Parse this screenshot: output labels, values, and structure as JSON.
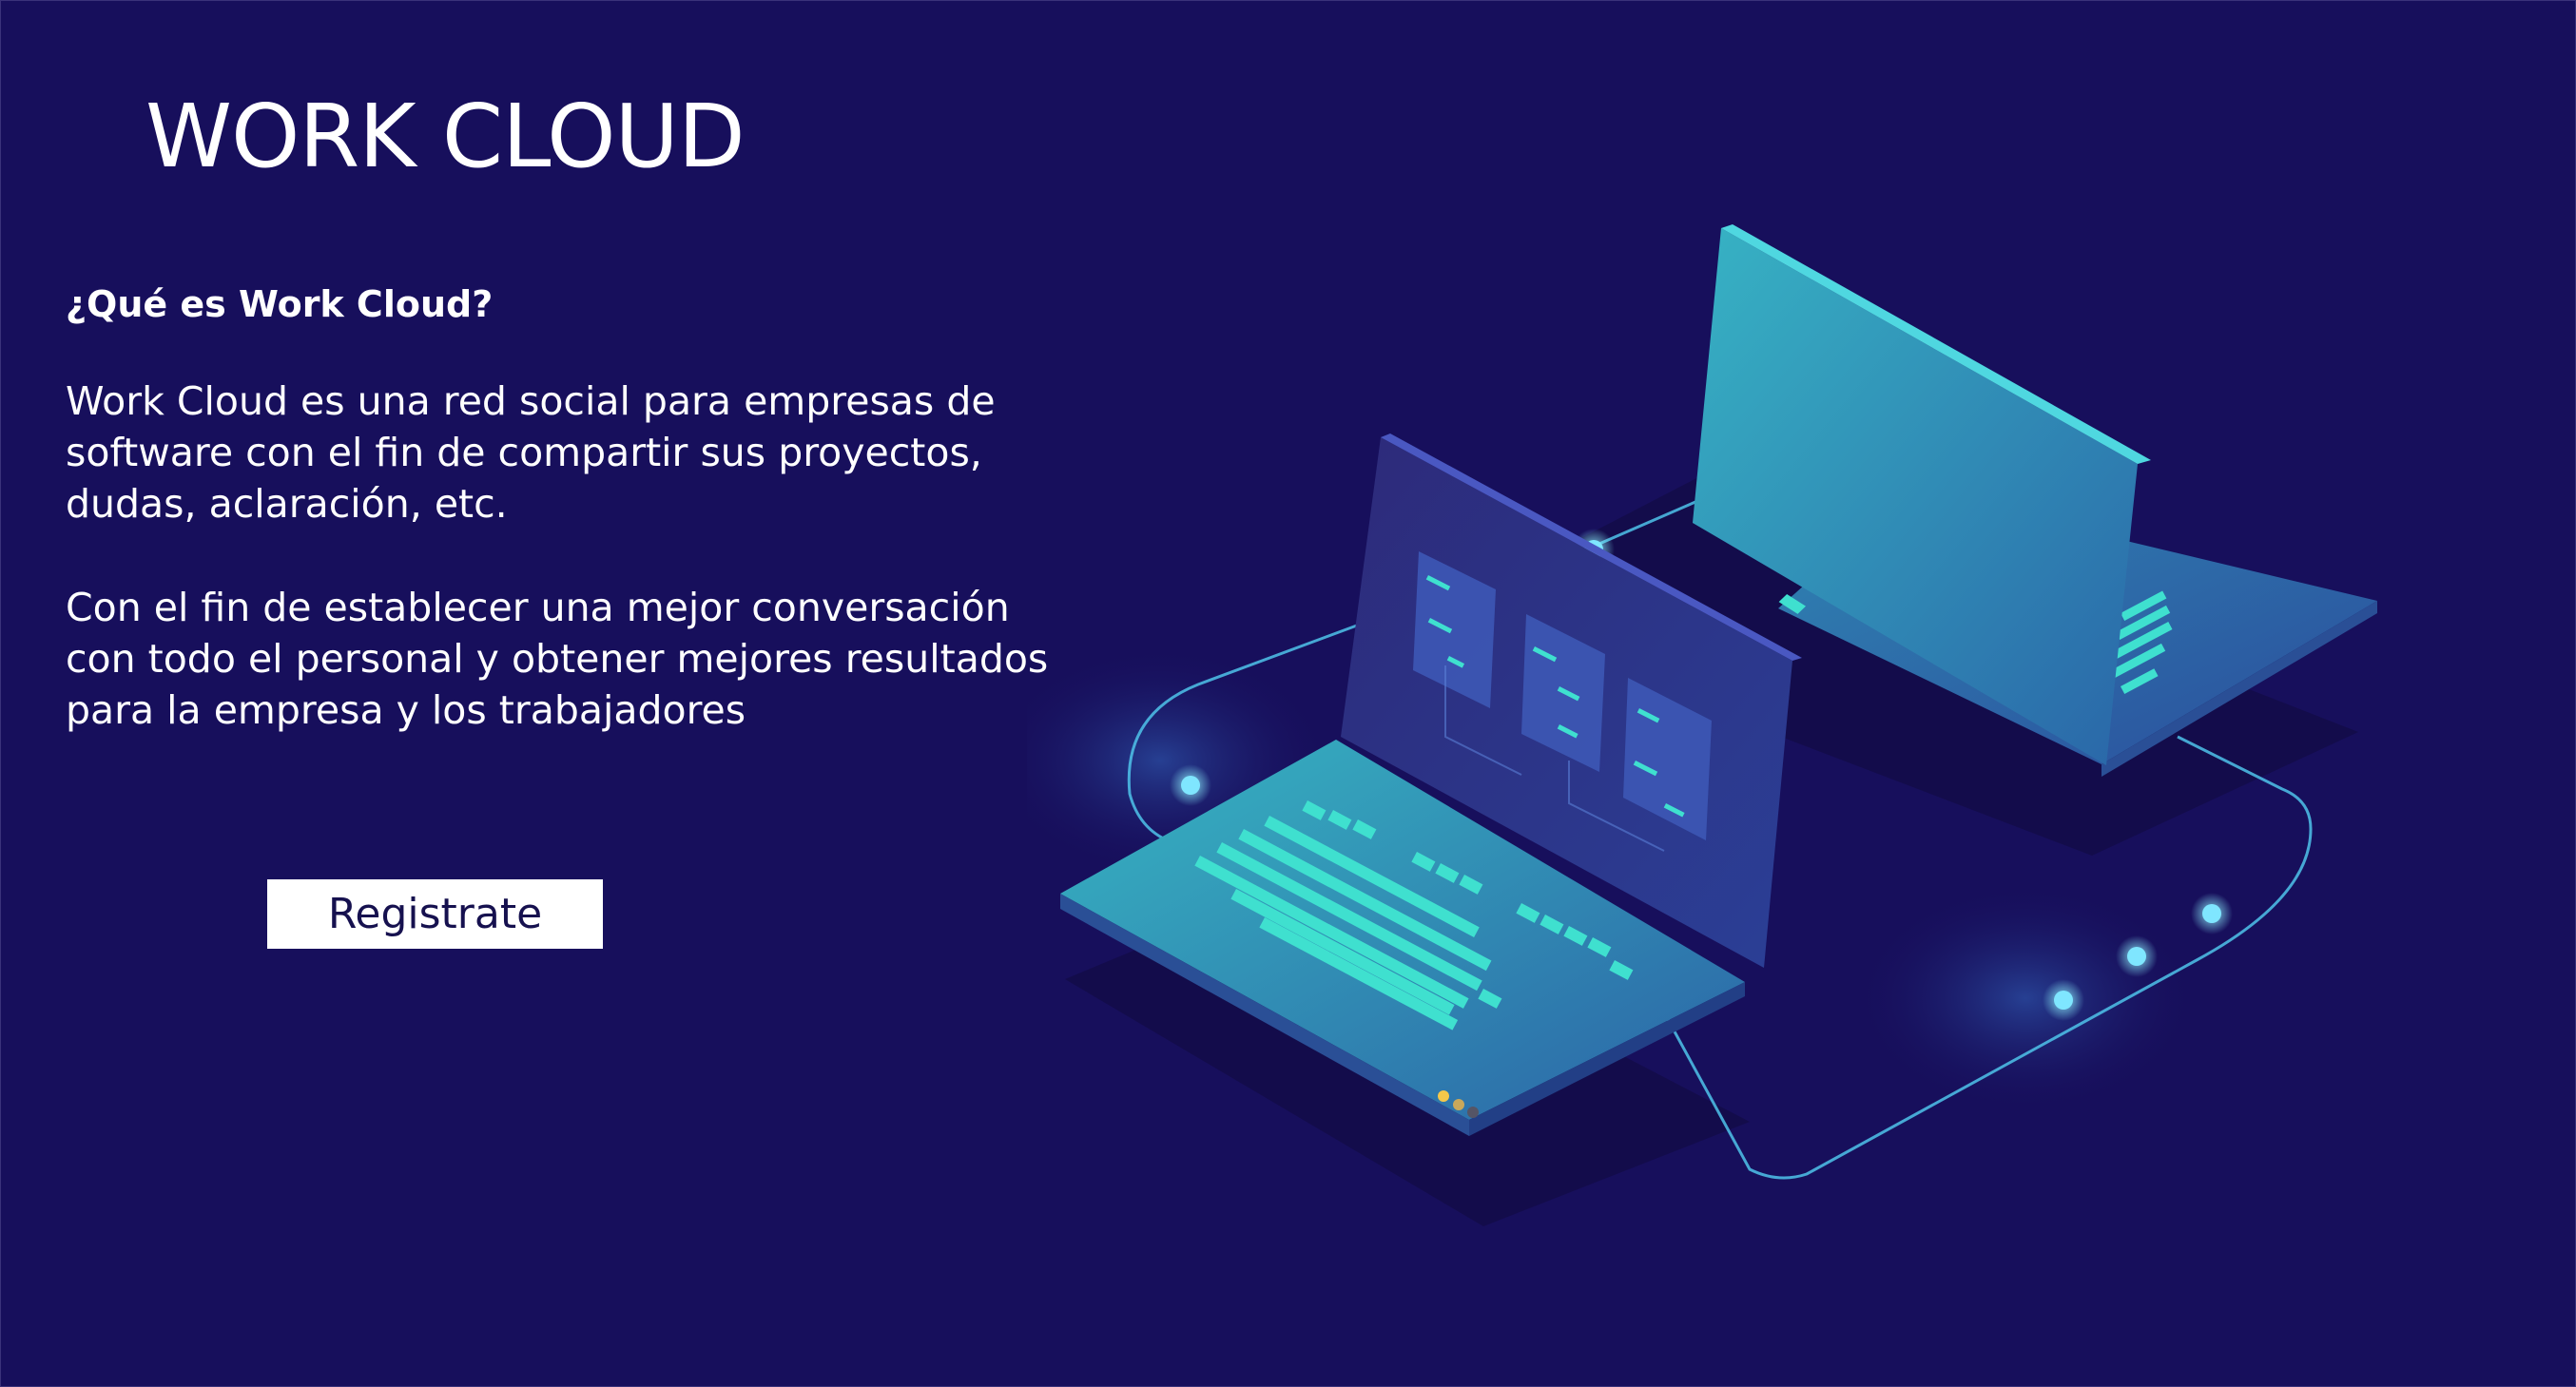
{
  "header": {
    "title": "WORK CLOUD"
  },
  "intro": {
    "heading": "¿Qué es Work Cloud?",
    "paragraph_1": "Work Cloud es una red social para empresas de\nsoftware con el fin de compartir sus proyectos,\ndudas, aclaración, etc.",
    "paragraph_2": "Con el fin de establecer una mejor conversación\ncon todo el personal y obtener mejores resultados\npara la empresa y los trabajadores"
  },
  "cta": {
    "register_label": "Registrate"
  },
  "illustration": {
    "icon": "isometric-laptops-network-illustration"
  },
  "colors": {
    "background": "#170f5c",
    "accent_cyan": "#46e0d8",
    "node_glow": "#6fe8ff",
    "button_bg": "#ffffff",
    "button_text": "#16114f"
  }
}
